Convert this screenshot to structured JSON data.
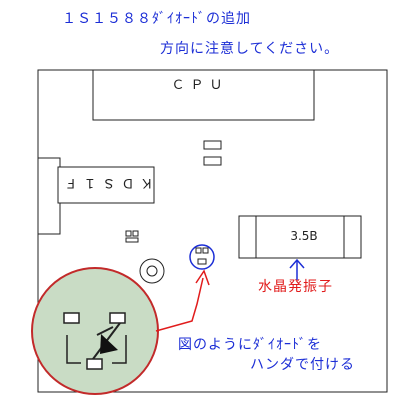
{
  "header": {
    "line1": "１Ｓ１５８８ﾀﾞｲｵｰﾄﾞの追加",
    "line2": "方向に注意してください。"
  },
  "board": {
    "cpu_label": "ＣＰＵ",
    "connector_label": "ＫＤＳ１Ｆ",
    "crystal_label": "3.5B"
  },
  "annotations": {
    "crystal_note": "水晶発振子",
    "instruction_line1": "図のようにﾀﾞｲｵｰﾄﾞを",
    "instruction_line2": "ハンダで付ける"
  },
  "colors": {
    "annotation_blue": "#1c2ed6",
    "annotation_red": "#e11c1c",
    "zoom_fill": "#c9dcc5",
    "zoom_border": "#c22a2a"
  }
}
